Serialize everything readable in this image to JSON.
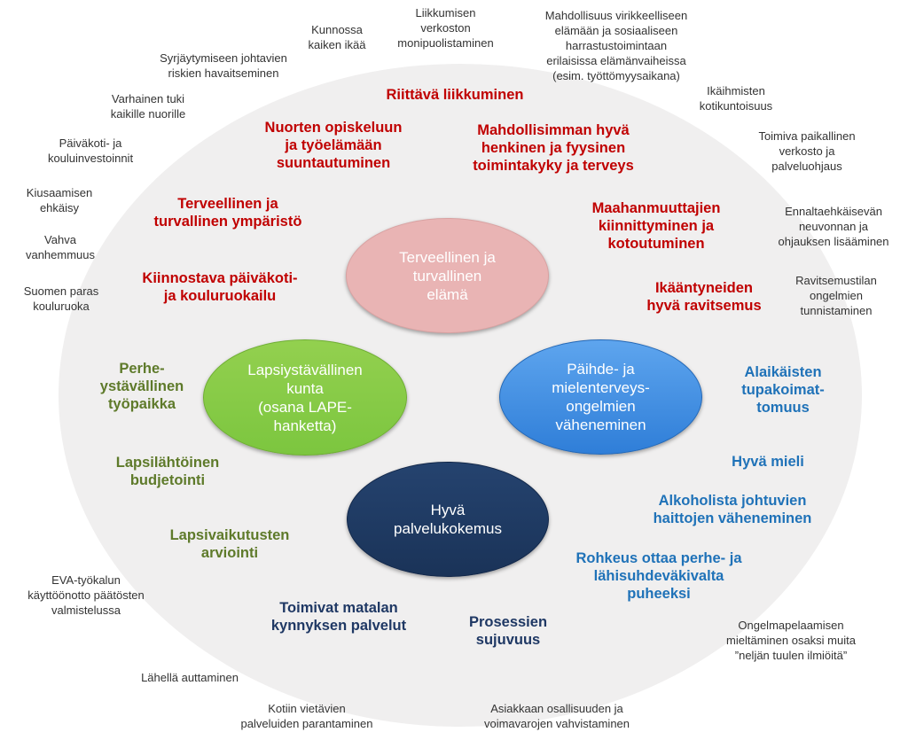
{
  "hubs": {
    "healthy": "Terveellinen ja\nturvallinen\nelämä",
    "child": "Lapsiystävällinen\nkunta\n(osana LAPE-\nhanketta)",
    "substance": "Päihde- ja\nmielenterveys-\nongelmien\nväheneminen",
    "service": "Hyvä\npalvelukokemus"
  },
  "red_labels": [
    "Riittävä liikkuminen",
    "Nuorten opiskeluun\nja työelämään\nsuuntautuminen",
    "Mahdollisimman hyvä\nhenkinen ja fyysinen\ntoimintakyky ja terveys",
    "Terveellinen ja\nturvallinen ympäristö",
    "Maahanmuuttajien\nkiinnittyminen ja\nkotoutuminen",
    "Kiinnostava päiväkoti-\nja kouluruokailu",
    "Ikääntyneiden\nhyvä ravitsemus"
  ],
  "green_labels": [
    "Perhe-\nystävällinen\ntyöpaikka",
    "Lapsilähtöinen\nbudjetointi",
    "Lapsivaikutusten\narviointi"
  ],
  "blue_labels": [
    "Alaikäisten\ntupakoimat-\ntomuus",
    "Hyvä mieli",
    "Alkoholista johtuvien\nhaittojen väheneminen",
    "Rohkeus ottaa perhe- ja\nlähisuhdeväkivalta\npuheeksi"
  ],
  "navy_labels": [
    "Toimivat matalan\nkynnyksen palvelut",
    "Prosessien\nsujuvuus"
  ],
  "outer_labels": [
    "Liikkumisen\nverkoston\nmonipuolistaminen",
    "Kunnossa\nkaiken ikää",
    "Mahdollisuus virikkeelliseen\nelämään ja sosiaaliseen\nharrastustoimintaan\nerilaisissa elämänvaiheissa\n(esim. työttömyysaikana)",
    "Syrjäytymiseen johtavien\nriskien havaitseminen",
    "Ikäihmisten\nkotikuntoisuus",
    "Varhainen tuki\nkaikille nuorille",
    "Toimiva paikallinen\nverkosto ja\npalveluohjaus",
    "Päiväkoti- ja\nkouluinvestoinnit",
    "Kiusaamisen\nehkäisy",
    "Ennaltaehkäisevän\nneuvonnan ja\nohjauksen lisääminen",
    "Vahva\nvanhemmuus",
    "Ravitsemustilan\nongelmien\ntunnistaminen",
    "Suomen paras\nkouluruoka",
    "EVA-työkalun\nkäyttöönotto päätösten\nvalmistelussa",
    "Ongelmapelaamisen\nmieltäminen osaksi muita\n”neljän tuulen ilmiöitä”",
    "Lähellä auttaminen",
    "Kotiin vietävien\npalveluiden parantaminen",
    "Asiakkaan osallisuuden ja\nvoimavarojen vahvistaminen"
  ]
}
